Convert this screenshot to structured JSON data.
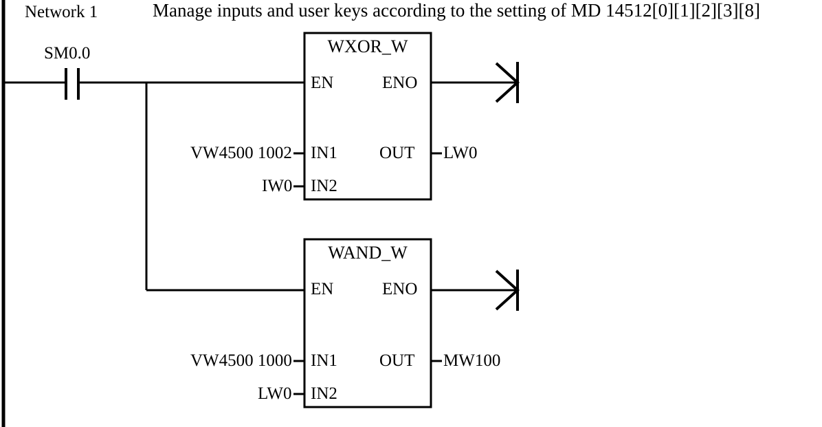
{
  "network": {
    "label": "Network 1",
    "comment": "Manage inputs and user keys according to the setting of MD 14512[0][1][2][3][8]"
  },
  "rung": {
    "contact": {
      "operand": "SM0.0",
      "type": "normally-open-contact"
    }
  },
  "blocks": [
    {
      "title": "WXOR_W",
      "pins": {
        "en": "EN",
        "eno": "ENO",
        "in1": "IN1",
        "in2": "IN2",
        "out": "OUT"
      },
      "operands": {
        "in1": "VW4500 1002",
        "in2": "IW0",
        "out": "LW0"
      }
    },
    {
      "title": "WAND_W",
      "pins": {
        "en": "EN",
        "eno": "ENO",
        "in1": "IN1",
        "in2": "IN2",
        "out": "OUT"
      },
      "operands": {
        "in1": "VW4500 1000",
        "in2": "LW0",
        "out": "MW100"
      }
    }
  ],
  "colors": {
    "line": "#000000",
    "background": "#ffffff",
    "text": "#000000"
  }
}
